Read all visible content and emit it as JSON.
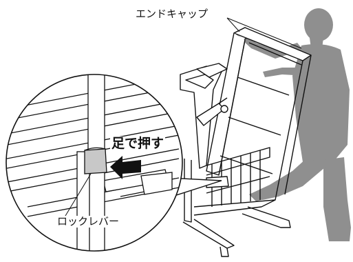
{
  "labels": {
    "end_cap": "エンドキャップ",
    "push_with_foot": "足で押す",
    "lock_lever": "ロックレバー"
  },
  "colors": {
    "silhouette": "#8f8f8f",
    "line": "#111111",
    "background": "#ffffff",
    "lever_collar": "#c8c8c8"
  },
  "icons": {
    "arrow": "push-arrow-icon",
    "person": "person-silhouette",
    "equipment": "folding-treadmill"
  }
}
